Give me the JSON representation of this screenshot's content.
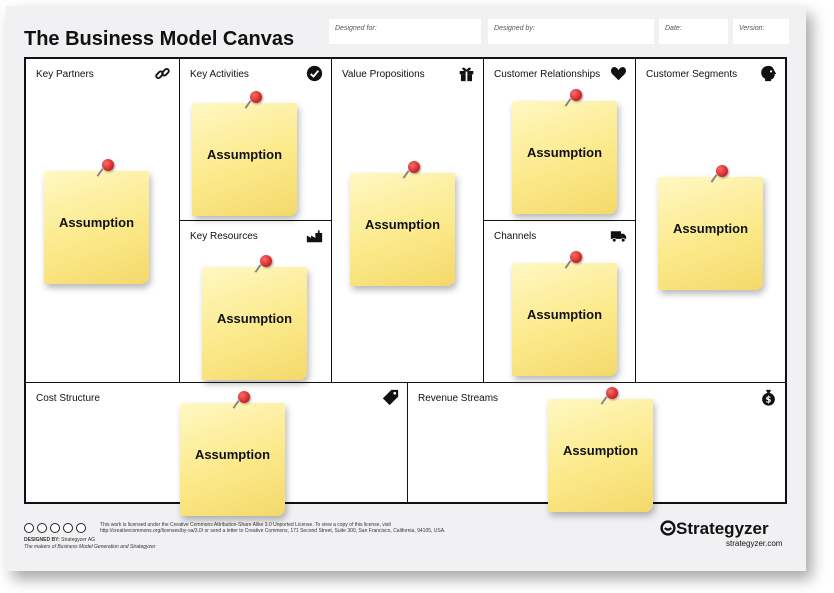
{
  "title": "The Business Model Canvas",
  "meta": {
    "designed_for": "Designed for:",
    "designed_by": "Designed by:",
    "date": "Date:",
    "version": "Version:"
  },
  "blocks": {
    "key_partners": "Key Partners",
    "key_activities": "Key Activities",
    "key_resources": "Key Resources",
    "value_propositions": "Value Propositions",
    "customer_relationships": "Customer Relationships",
    "channels": "Channels",
    "customer_segments": "Customer Segments",
    "cost_structure": "Cost Structure",
    "revenue_streams": "Revenue Streams"
  },
  "note_text": "Assumption",
  "icons": {
    "key_partners": "link-icon",
    "key_activities": "check-circle-icon",
    "key_resources": "factory-icon",
    "value_propositions": "gift-icon",
    "customer_relationships": "heart-icon",
    "channels": "truck-icon",
    "customer_segments": "head-icon",
    "cost_structure": "price-tag-icon",
    "revenue_streams": "money-bag-icon"
  },
  "footer": {
    "license": "This work is licensed under the Creative Commons Attribution-Share Alike 3.0 Unported License. To view a copy of this license, visit",
    "license2": "http://creativecommons.org/licenses/by-sa/3.0/ or send a letter to Creative Commons, 171 Second Street, Suite 300, San Francisco, California, 94105, USA.",
    "designed_by_label": "DESIGNED BY:",
    "designed_by_value": "Strategyzer AG",
    "makers": "The makers of Business Model Generation and Strategyzer",
    "brand": "Strategyzer",
    "brand_url": "strategyzer.com"
  },
  "colors": {
    "note": "#fbe98a",
    "pin": "#c00000",
    "border": "#111111"
  }
}
